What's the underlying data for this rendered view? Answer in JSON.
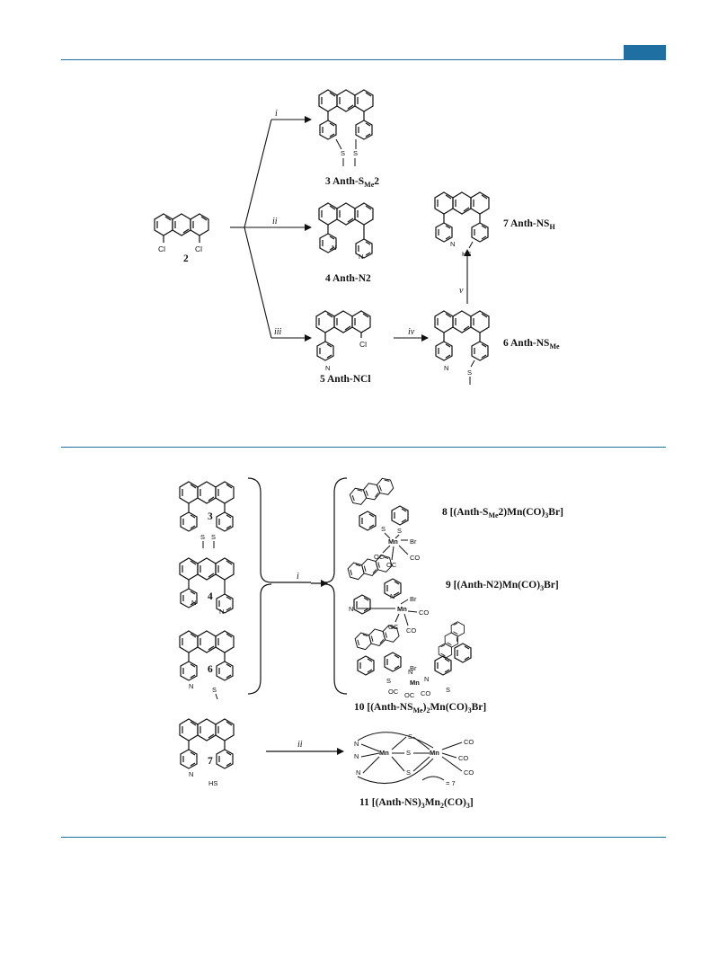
{
  "scheme1": {
    "reagents": {
      "i": "i",
      "ii": "ii",
      "iii": "iii",
      "iv": "iv",
      "v": "v"
    },
    "compounds": {
      "c2": {
        "num": "2"
      },
      "c3": {
        "num": "3",
        "name": "Anth-S",
        "sub": "Me",
        "suffix": "2"
      },
      "c4": {
        "num": "4",
        "name": "Anth-N2"
      },
      "c5": {
        "num": "5",
        "name": "Anth-NCl"
      },
      "c6": {
        "num": "6",
        "name": "Anth-NS",
        "sub": "Me"
      },
      "c7": {
        "num": "7",
        "name": "Anth-NS",
        "sub": "H"
      }
    }
  },
  "scheme2": {
    "reagents": {
      "i": "i",
      "ii": "ii"
    },
    "left_labels": {
      "a": "3",
      "b": "4",
      "c": "6",
      "d": "7"
    },
    "products": {
      "c8": {
        "num": "8",
        "pre": "[(Anth-S",
        "sub": "Me",
        "mid": "2)Mn(CO)",
        "sub2": "3",
        "post": "Br]"
      },
      "c9": {
        "num": "9",
        "pre": "[(Anth-N2)Mn(CO)",
        "sub": "3",
        "post": "Br]"
      },
      "c10": {
        "num": "10",
        "pre": "[(Anth-NS",
        "sub": "Me",
        "mid": ")",
        "sub2": "2",
        "mid2": "Mn(CO)",
        "sub3": "3",
        "post": "Br]"
      },
      "c11": {
        "num": "11",
        "pre": "[(Anth-NS)",
        "sub": "3",
        "mid": "Mn",
        "sub2": "2",
        "mid2": "(CO)",
        "sub3": "3",
        "post": "]"
      },
      "legend_eq": "= 7"
    }
  }
}
